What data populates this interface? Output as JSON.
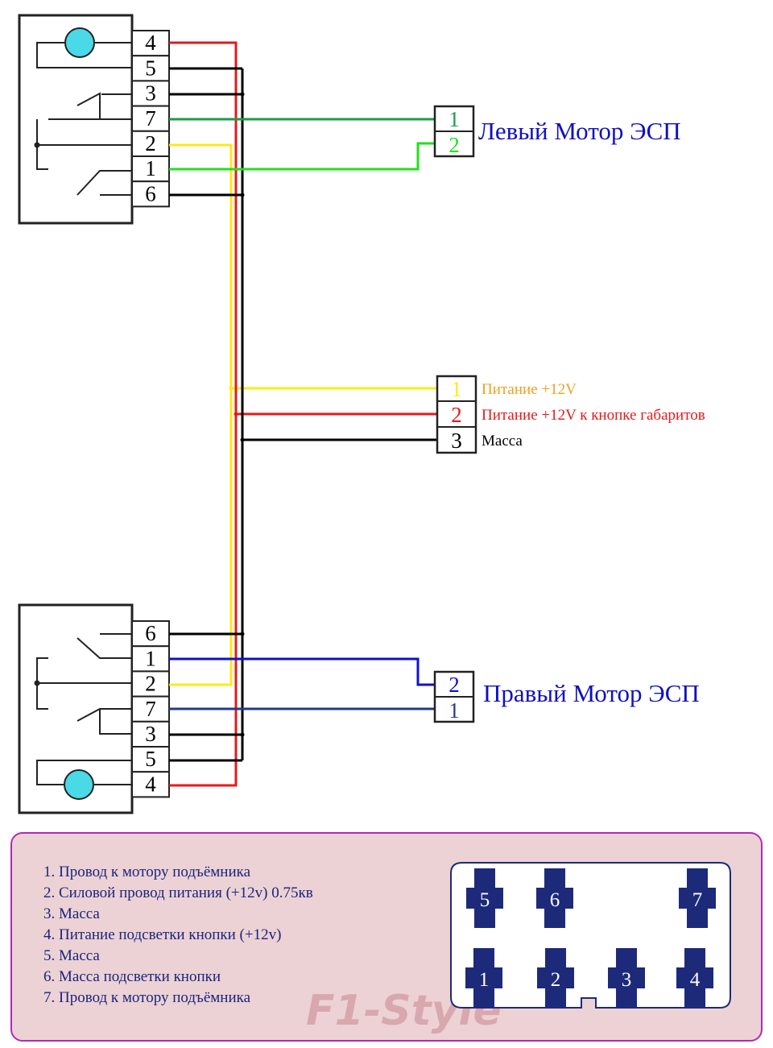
{
  "top_switch": {
    "pins": [
      "4",
      "5",
      "3",
      "7",
      "2",
      "1",
      "6"
    ]
  },
  "bottom_switch": {
    "pins": [
      "6",
      "1",
      "2",
      "7",
      "3",
      "5",
      "4"
    ]
  },
  "left_motor": {
    "label": "Левый Мотор ЭСП",
    "pins": [
      "1",
      "2"
    ]
  },
  "power_connector": {
    "pins": [
      "1",
      "2",
      "3"
    ],
    "labels": [
      "Питание +12V",
      "Питание +12V к кнопке габаритов",
      "Масса"
    ]
  },
  "right_motor": {
    "label": "Правый Мотор ЭСП",
    "pins": [
      "2",
      "1"
    ]
  },
  "legend": {
    "items": [
      "1. Провод к мотору подъёмника",
      "2. Силовой провод питания (+12v) 0.75кв",
      "3. Масса",
      "4. Питание подсветки кнопки (+12v)",
      "5. Масса",
      "6. Масса подсветки кнопки",
      "7. Провод к мотору подъёмника"
    ]
  },
  "connector_face": {
    "top_row": [
      "5",
      "6",
      "7"
    ],
    "bottom_row": [
      "1",
      "2",
      "3",
      "4"
    ]
  },
  "watermark": "F1-Style",
  "colors": {
    "red": "#e31b1b",
    "black": "#000000",
    "yellow": "#ffe81a",
    "dark_green": "#1f9a4a",
    "green": "#22e01e",
    "blue": "#1010d0",
    "navy": "#243a8c",
    "motor_label": "#1010c0",
    "orange": "#f0a020",
    "lamp": "#4ad9e6",
    "legend_bg": "#ecd2d4",
    "legend_border": "#b02ab8",
    "terminal": "#1d2a7a"
  }
}
